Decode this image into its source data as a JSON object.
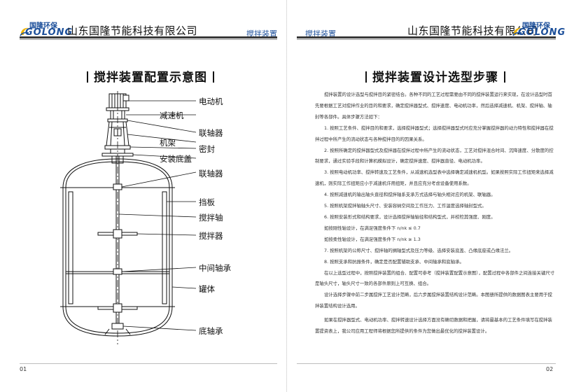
{
  "header": {
    "company": "山东国隆节能科技有限公司",
    "section": "搅拌装置",
    "logo_cn": "国隆环保",
    "logo_en": "GOLONG"
  },
  "left_page": {
    "title": "搅拌装置配置示意图",
    "page_number": "01",
    "callouts": [
      "电动机",
      "减速机",
      "联轴器",
      "机架",
      "密封",
      "安装底盖",
      "联轴器",
      "挡板",
      "搅拌轴",
      "搅拌器",
      "中间轴承",
      "罐体",
      "底轴承"
    ]
  },
  "right_page": {
    "title": "搅拌装置设计选型步骤",
    "page_number": "02",
    "paragraphs": [
      "搅拌装置的设计选型与搅拌目的紧密结合。各种不同的工艺过程需要由不同的搅拌装置运行来实现，在设计选型时首先要根据工艺对搅拌作业的目的和要求，确定搅拌器型式、搅拌速度、电动机功率，然后选择减速机、机架、搅拌轴、轴封等各部件。具体步骤方法如下：",
      "1. 按照工艺条件、搅拌目的和要求，选择搅拌器型式；选择搅拌器型式时应充分掌握搅拌器的动力特性和搅拌器在搅拌过程中所产生的流动状态与各种搅拌目的的因果关系。",
      "2. 按照所确定的搅拌器型式及搅拌器在搅拌过程中所产生的流动状态，工艺对搅拌混合时间、沉降速度、分散度的控制要求，通过实验手段和计算机模拟设计，确定搅拌速度、搅拌器直径、电动机功率。",
      "3. 按照电动机功率、搅拌转速及工艺条件，从减速机选型表中选择确定减速机机型。如果按照实际工作扭矩来选择减速机，则实际工作扭矩应小于减速机许用扭矩，并且应充分考虑设备使用系数。",
      "4. 按照减速机的输出轴头直径和搅拌轴系支承方式选择与轴头相对应的机架、联轴器。",
      "5. 按照机架搅拌轴轴头尺寸、安装容纳空间及工作压力、工作温度选择轴封型式。",
      "6. 按照安装形式和结构要求，设计选择搅拌轴轴径和结构型式，并校检其强度、刚度。",
      "如按刚性轴设计，在满足强度条件下 n/nk ≤ 0.7",
      "如按柔性轴设计，在满足强度条件下 n/nk ≥ 1.3",
      "7. 按照机架的公称尺寸、搅拌轴的搁轴型式及压力等级、选择安装底盖、凸缘底座或凸缘法兰。",
      "8. 按照支承和抗振条件，确定是否配置辅助支承、中间轴承和底轴承。",
      "在以上选型过程中，按照搅拌装置的组合、配置可参考（搅拌装置配置示意图），配置过程中各部件之间连接关键尺寸是轴头尺寸，轴头尺寸一致的各部件原则上可互换、组合。",
      "设计选择步骤中前二步属搅拌工艺设计范畴，后六步属搅拌装置结构设计范畴。本图册所提供的数据图表主要用于搅拌装置结构设计选用。",
      "如果在搅拌器型式、电动机功率、搅拌转速设计选择方面没有确切数据和把握，请将最基本的工艺条件填写在搅拌装置提资表上，我公司应用工程师将根据您所提供的条件为您做出最优化的搅拌装置设计。"
    ]
  },
  "colors": {
    "brand_blue": "#1c4f9a",
    "rule_dark": "#3a3a3a",
    "text": "#333333"
  }
}
